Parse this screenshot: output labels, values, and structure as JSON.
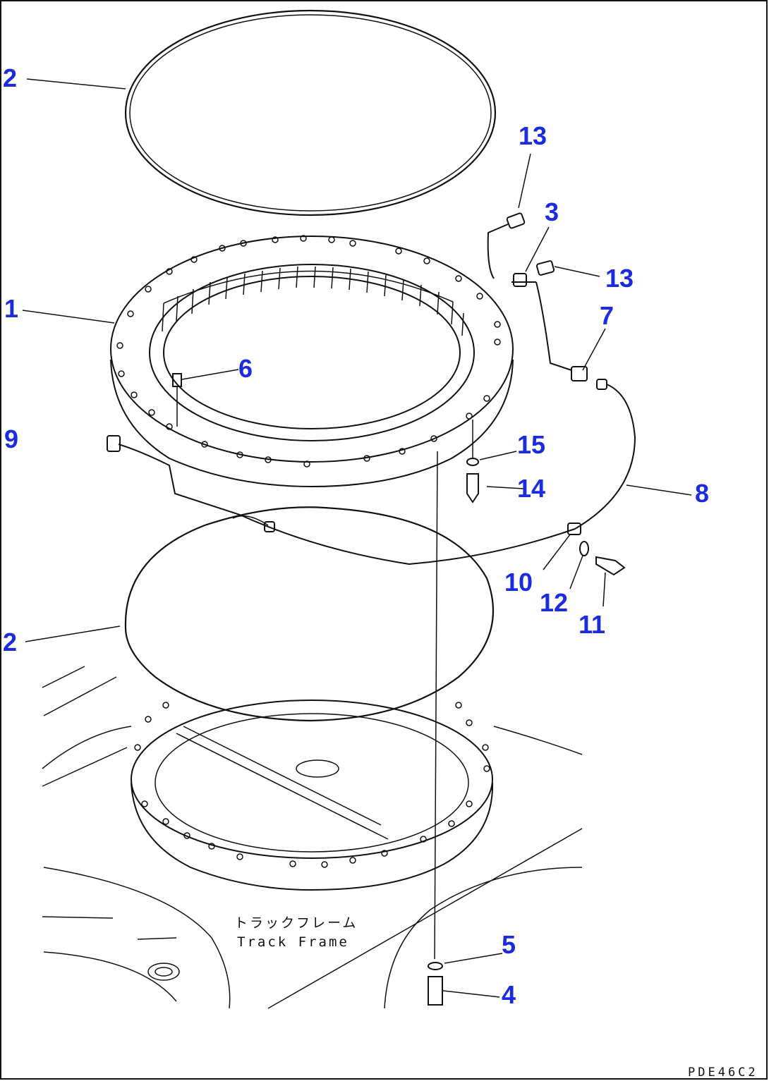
{
  "diagram": {
    "callouts": [
      {
        "id": "c-2-top",
        "label": "2"
      },
      {
        "id": "c-13-a",
        "label": "13"
      },
      {
        "id": "c-3",
        "label": "3"
      },
      {
        "id": "c-13-b",
        "label": "13"
      },
      {
        "id": "c-1",
        "label": "1"
      },
      {
        "id": "c-7",
        "label": "7"
      },
      {
        "id": "c-6",
        "label": "6"
      },
      {
        "id": "c-9",
        "label": "9"
      },
      {
        "id": "c-15",
        "label": "15"
      },
      {
        "id": "c-14",
        "label": "14"
      },
      {
        "id": "c-8",
        "label": "8"
      },
      {
        "id": "c-10",
        "label": "10"
      },
      {
        "id": "c-12",
        "label": "12"
      },
      {
        "id": "c-11",
        "label": "11"
      },
      {
        "id": "c-2-bottom",
        "label": "2"
      },
      {
        "id": "c-5",
        "label": "5"
      },
      {
        "id": "c-4",
        "label": "4"
      }
    ],
    "caption_jp": "トラックフレーム",
    "caption_en": "Track Frame",
    "drawing_code": "PDE46C2",
    "callout_color": "#1a2be0",
    "line_color": "#111111"
  }
}
